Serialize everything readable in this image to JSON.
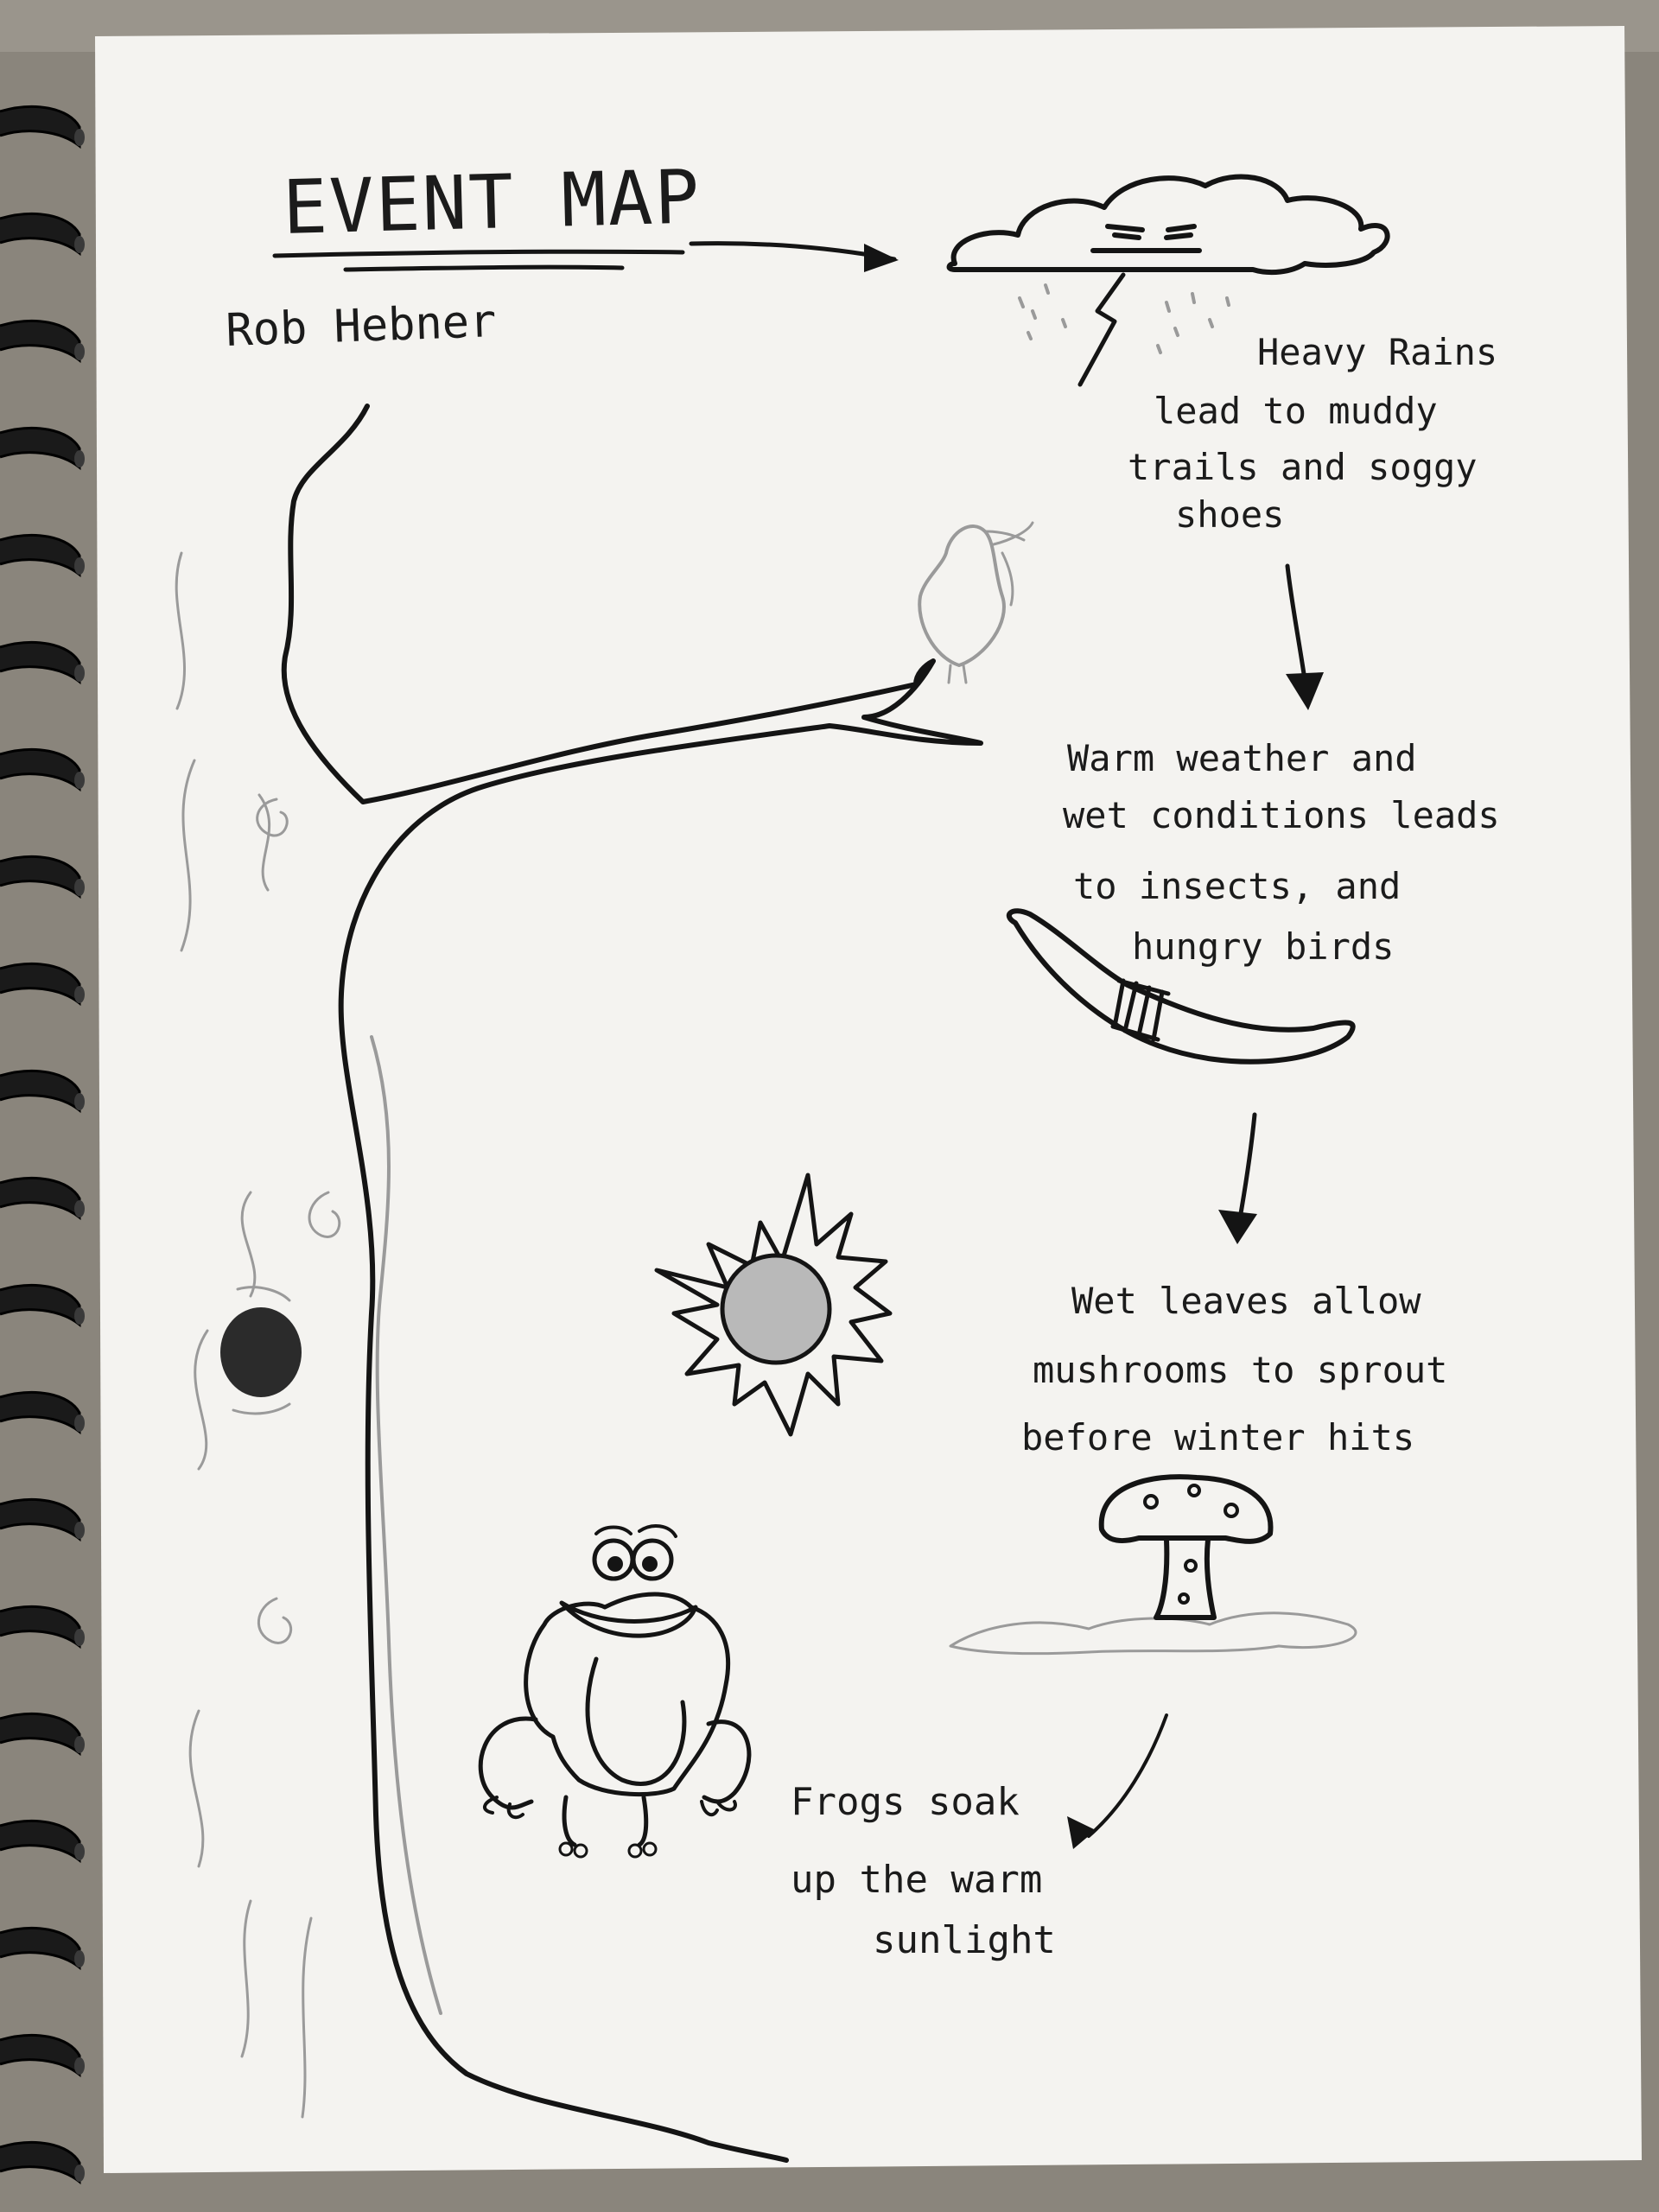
{
  "sketch": {
    "title": "EVENT MAP",
    "author": "Rob Hebner",
    "steps": [
      {
        "lines": [
          "Heavy Rains",
          "lead to muddy",
          "trails and soggy",
          "shoes"
        ]
      },
      {
        "lines": [
          "Warm weather and",
          "wet conditions leads",
          "to insects, and",
          "hungry birds"
        ]
      },
      {
        "lines": [
          "Wet leaves allow",
          "mushrooms to sprout",
          "before winter hits"
        ]
      },
      {
        "lines": [
          "Frogs soak",
          "up the warm",
          "sunlight"
        ]
      }
    ]
  },
  "colors": {
    "paper": "#f4f3f0",
    "ink": "#141414",
    "pencil": "#9a9a9a",
    "backdrop": "#8a857c"
  },
  "icons": [
    "storm-cloud",
    "bird",
    "worm",
    "sun",
    "mushroom",
    "frog",
    "tree",
    "spiral-binding"
  ]
}
